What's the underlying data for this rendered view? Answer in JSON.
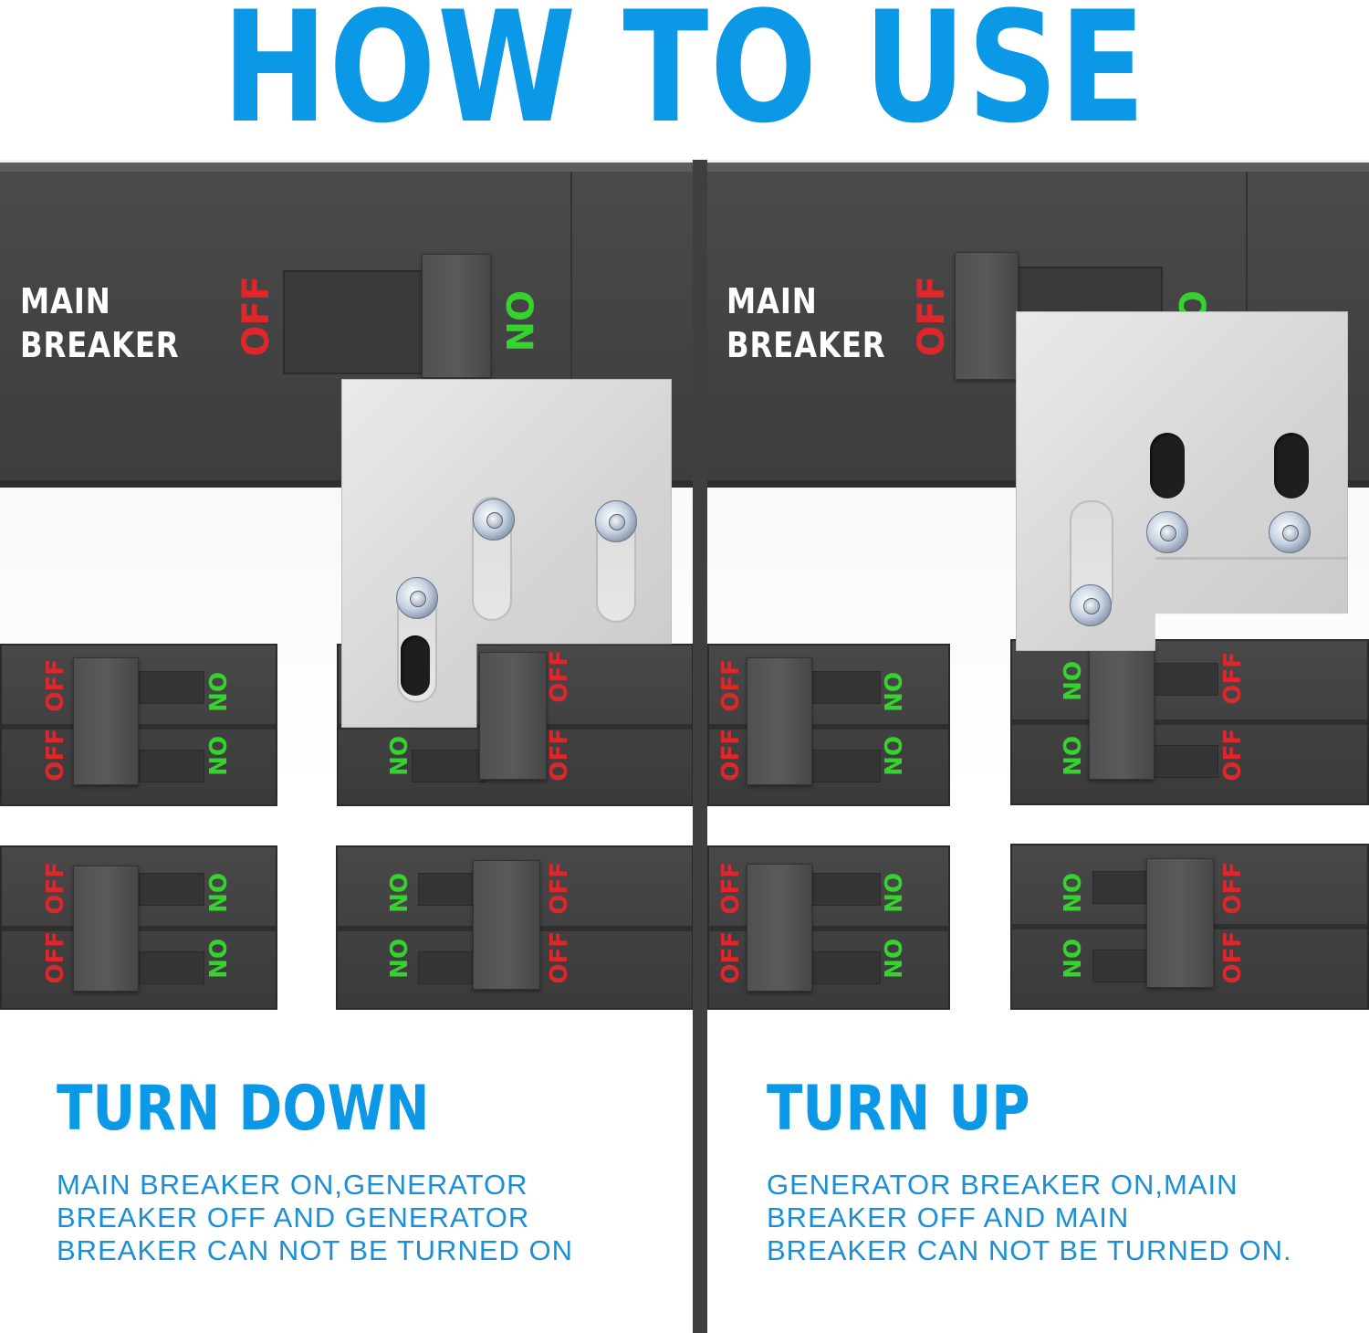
{
  "title": "HOW TO USE",
  "labels": {
    "main_line1": "MAIN",
    "main_line2": "BREAKER",
    "off": "OFF",
    "on": "ON"
  },
  "left": {
    "heading": "TURN DOWN",
    "desc_line1": "MAIN BREAKER ON,GENERATOR",
    "desc_line2": "BREAKER OFF AND GENERATOR",
    "desc_line3": "BREAKER CAN NOT BE TURNED ON"
  },
  "right": {
    "heading": "TURN UP",
    "desc_line1": "GENERATOR BREAKER ON,MAIN",
    "desc_line2": "BREAKER OFF AND MAIN",
    "desc_line3": "BREAKER CAN NOT BE TURNED ON."
  },
  "colors": {
    "accent_blue": "#0b98e6",
    "off_red": "#e0262a",
    "on_green": "#36d22e",
    "panel_dark": "#3f3f3f"
  }
}
